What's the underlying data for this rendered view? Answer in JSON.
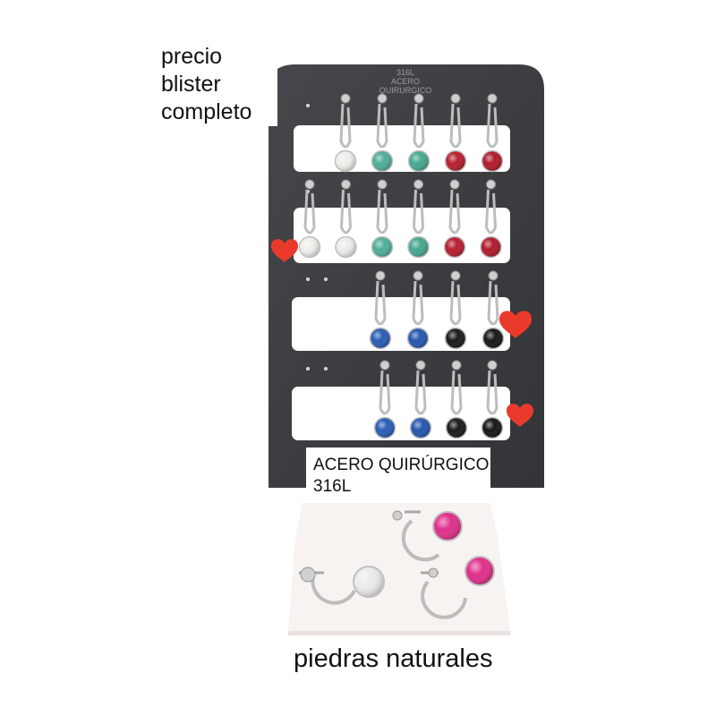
{
  "note": {
    "lines": [
      "precio",
      "blister",
      "completo"
    ]
  },
  "board": {
    "header_lines": [
      "316L",
      "ACERO",
      "QUIRURGICO"
    ],
    "rows": [
      [
        "#f0eeea",
        "#4fae98",
        "#45a88f",
        "#b51e2e",
        "#b01a2a"
      ],
      [
        "#f0eeea",
        "#eeece8",
        "#4fae98",
        "#45a88f",
        "#b51e2e",
        "#b01a2a"
      ],
      [
        "#2a5cb5",
        "#2656ad",
        "#1a1a1a",
        "#161616"
      ],
      [
        "#2a5cb5",
        "#2656ad",
        "#1a1a1a",
        "#161616"
      ]
    ]
  },
  "label": {
    "lines": [
      "ACERO QUIRÚRGICO",
      "316L"
    ]
  },
  "caption": "piedras naturales",
  "colors": {
    "board": "#3b3d3f",
    "heart": "#ea3a2b",
    "stand": "#f7f3f1",
    "pink_stone": "#e02f8a",
    "white_stone": "#ecebe8"
  }
}
